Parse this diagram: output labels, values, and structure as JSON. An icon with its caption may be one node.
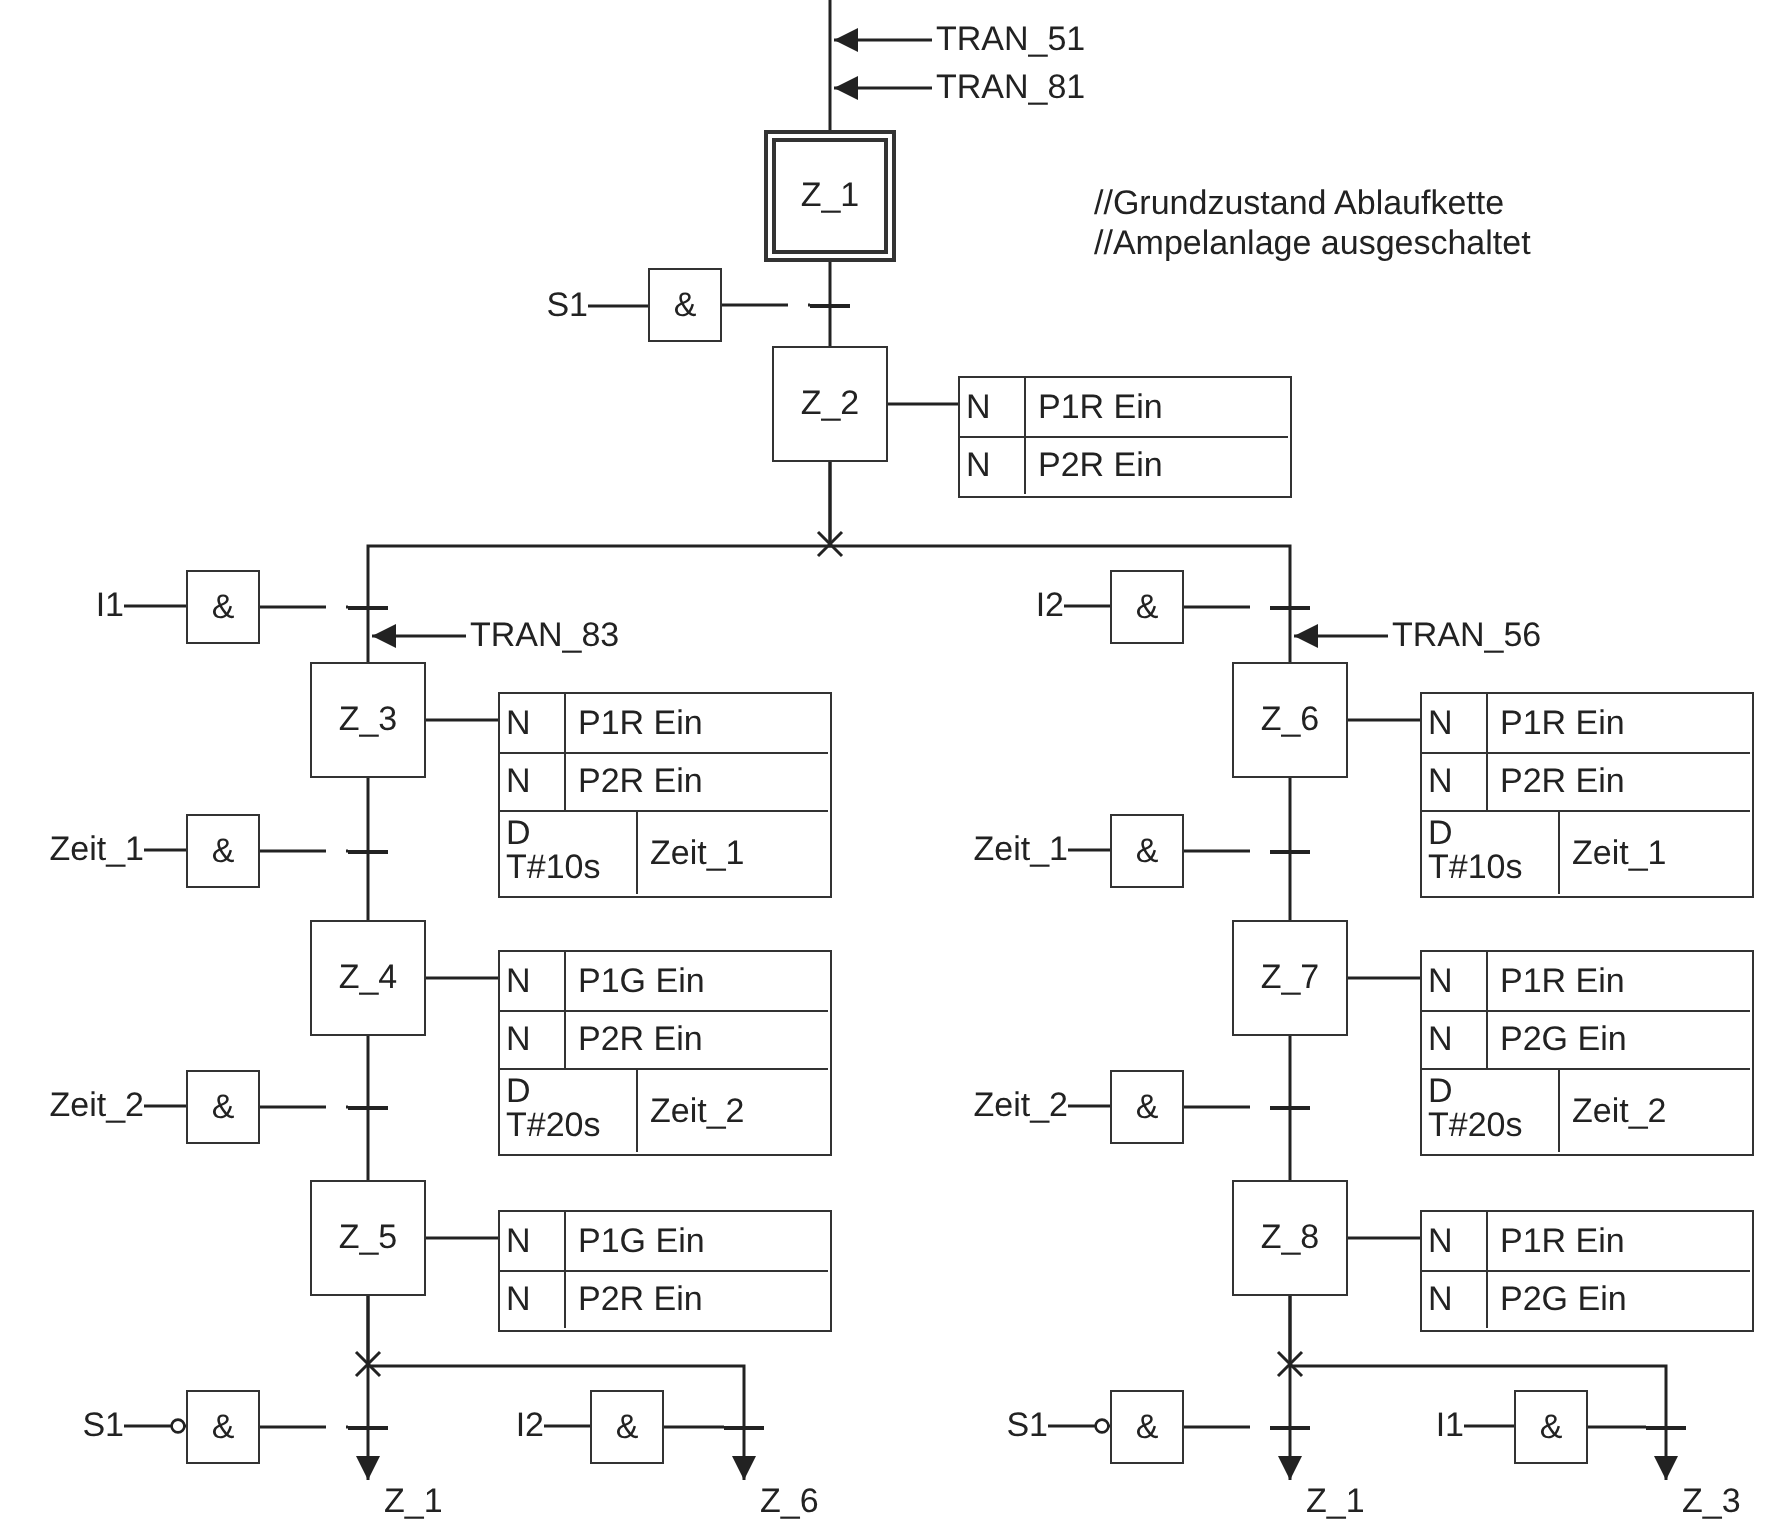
{
  "diagram": {
    "nodes": [
      {
        "text": [
          "TRAN_51"
        ]
      },
      {
        "text": [
          "TRAN_81"
        ]
      },
      {
        "text": [
          "Z_1"
        ]
      },
      {
        "text": [
          "S1"
        ]
      },
      {
        "text": [
          "&"
        ]
      },
      {
        "text": [],
        "shape": "bar"
      },
      {
        "text": [
          "Z_2"
        ]
      },
      {
        "text": [
          "N",
          "P1R Ein",
          "N",
          "P2R Ein"
        ]
      },
      {
        "text": [
          "I1"
        ]
      },
      {
        "text": [
          "&"
        ]
      },
      {
        "text": [],
        "shape": "bar"
      },
      {
        "text": [
          "I2"
        ]
      },
      {
        "text": [
          "&"
        ]
      },
      {
        "text": [],
        "shape": "bar"
      },
      {
        "text": [
          "TRAN_83"
        ]
      },
      {
        "text": [
          "TRAN_56"
        ]
      },
      {
        "text": [
          "Z_3"
        ]
      },
      {
        "text": [
          "N",
          "P1R Ein",
          "N",
          "P2R Ein",
          "D T#10s",
          "Zeit_1"
        ]
      },
      {
        "text": [
          "Z_6"
        ]
      },
      {
        "text": [
          "N",
          "P1R Ein",
          "N",
          "P2R Ein",
          "D T#10s",
          "Zeit_1"
        ]
      },
      {
        "text": [
          "Zeit_1"
        ]
      },
      {
        "text": [
          "&"
        ]
      },
      {
        "text": [],
        "shape": "bar"
      },
      {
        "text": [
          "Zeit_1"
        ]
      },
      {
        "text": [
          "&"
        ]
      },
      {
        "text": [],
        "shape": "bar"
      },
      {
        "text": [
          "Z_4"
        ]
      },
      {
        "text": [
          "N",
          "P1G Ein",
          "N",
          "P2R Ein",
          "D T#20s",
          "Zeit_2"
        ]
      },
      {
        "text": [
          "Z_7"
        ]
      },
      {
        "text": [
          "N",
          "P1R Ein",
          "N",
          "P2G Ein",
          "D T#20s",
          "Zeit_2"
        ]
      },
      {
        "text": [
          "Zeit_2"
        ]
      },
      {
        "text": [
          "&"
        ]
      },
      {
        "text": [],
        "shape": "bar"
      },
      {
        "text": [
          "Zeit_2"
        ]
      },
      {
        "text": [
          "&"
        ]
      },
      {
        "text": [],
        "shape": "bar"
      },
      {
        "text": [
          "Z_5"
        ]
      },
      {
        "text": [
          "N",
          "P1G Ein",
          "N",
          "P2R Ein"
        ]
      },
      {
        "text": [
          "Z_8"
        ]
      },
      {
        "text": [
          "N",
          "P1R Ein",
          "N",
          "P2G Ein"
        ]
      },
      {
        "text": [
          "S1"
        ]
      },
      {
        "text": [
          "&"
        ]
      },
      {
        "text": [],
        "shape": "bar"
      },
      {
        "text": [
          "I2"
        ]
      },
      {
        "text": [
          "&"
        ]
      },
      {
        "text": [],
        "shape": "bar"
      },
      {
        "text": [
          "S1"
        ]
      },
      {
        "text": [
          "&"
        ]
      },
      {
        "text": [],
        "shape": "bar"
      },
      {
        "text": [
          "I1"
        ]
      },
      {
        "text": [
          "&"
        ]
      },
      {
        "text": [],
        "shape": "bar"
      },
      {
        "text": [
          "Z_1"
        ]
      },
      {
        "text": [
          "Z_6"
        ]
      },
      {
        "text": [
          "Z_1"
        ]
      },
      {
        "text": [
          "Z_3"
        ]
      }
    ],
    "edges": [
      {
        "from": 0,
        "to": null,
        "arrow": "to"
      },
      {
        "from": 1,
        "to": 2,
        "arrow": "to"
      },
      {
        "from": null,
        "to": 2,
        "arrow": "none"
      },
      {
        "from": 3,
        "to": 4,
        "arrow": "none"
      },
      {
        "from": 4,
        "to": 5,
        "arrow": "none",
        "style": "dashed"
      },
      {
        "from": 2,
        "to": 5,
        "arrow": "none"
      },
      {
        "from": 5,
        "to": 6,
        "arrow": "none"
      },
      {
        "from": 6,
        "to": 7,
        "arrow": "none"
      },
      {
        "from": 6,
        "to": 10,
        "arrow": "none"
      },
      {
        "from": 6,
        "to": 13,
        "arrow": "none"
      },
      {
        "from": 8,
        "to": 9,
        "arrow": "none"
      },
      {
        "from": 9,
        "to": 10,
        "arrow": "none",
        "style": "dashed"
      },
      {
        "from": 11,
        "to": 12,
        "arrow": "none"
      },
      {
        "from": 12,
        "to": 13,
        "arrow": "none",
        "style": "dashed"
      },
      {
        "from": 14,
        "to": 16,
        "arrow": "to"
      },
      {
        "from": 15,
        "to": 18,
        "arrow": "to"
      },
      {
        "from": 10,
        "to": 16,
        "arrow": "none"
      },
      {
        "from": 13,
        "to": 18,
        "arrow": "none"
      },
      {
        "from": 16,
        "to": 17,
        "arrow": "none"
      },
      {
        "from": 18,
        "to": 19,
        "arrow": "none"
      },
      {
        "from": 16,
        "to": 22,
        "arrow": "none"
      },
      {
        "from": 20,
        "to": 21,
        "arrow": "none"
      },
      {
        "from": 21,
        "to": 22,
        "arrow": "none",
        "style": "dashed"
      },
      {
        "from": 22,
        "to": 26,
        "arrow": "none"
      },
      {
        "from": 18,
        "to": 25,
        "arrow": "none"
      },
      {
        "from": 23,
        "to": 24,
        "arrow": "none"
      },
      {
        "from": 24,
        "to": 25,
        "arrow": "none",
        "style": "dashed"
      },
      {
        "from": 25,
        "to": 28,
        "arrow": "none"
      },
      {
        "from": 26,
        "to": 27,
        "arrow": "none"
      },
      {
        "from": 28,
        "to": 29,
        "arrow": "none"
      },
      {
        "from": 26,
        "to": 32,
        "arrow": "none"
      },
      {
        "from": 30,
        "to": 31,
        "arrow": "none"
      },
      {
        "from": 31,
        "to": 32,
        "arrow": "none",
        "style": "dashed"
      },
      {
        "from": 32,
        "to": 36,
        "arrow": "none"
      },
      {
        "from": 28,
        "to": 35,
        "arrow": "none"
      },
      {
        "from": 33,
        "to": 34,
        "arrow": "none"
      },
      {
        "from": 34,
        "to": 35,
        "arrow": "none",
        "style": "dashed"
      },
      {
        "from": 35,
        "to": 38,
        "arrow": "none"
      },
      {
        "from": 36,
        "to": 37,
        "arrow": "none"
      },
      {
        "from": 38,
        "to": 39,
        "arrow": "none"
      },
      {
        "from": 36,
        "to": 42,
        "arrow": "none"
      },
      {
        "from": 36,
        "to": 45,
        "arrow": "none"
      },
      {
        "from": 40,
        "to": 41,
        "arrow": "other"
      },
      {
        "from": 41,
        "to": 42,
        "arrow": "none",
        "style": "dashed"
      },
      {
        "from": 43,
        "to": 44,
        "arrow": "none"
      },
      {
        "from": 44,
        "to": 45,
        "arrow": "none",
        "style": "dashed"
      },
      {
        "from": 42,
        "to": 52,
        "arrow": "to"
      },
      {
        "from": 45,
        "to": 53,
        "arrow": "to"
      },
      {
        "from": 38,
        "to": 48,
        "arrow": "none"
      },
      {
        "from": 38,
        "to": 51,
        "arrow": "none"
      },
      {
        "from": 46,
        "to": 47,
        "arrow": "other"
      },
      {
        "from": 47,
        "to": 48,
        "arrow": "none",
        "style": "dashed"
      },
      {
        "from": 49,
        "to": 50,
        "arrow": "none"
      },
      {
        "from": 50,
        "to": 51,
        "arrow": "none",
        "style": "dashed"
      },
      {
        "from": 48,
        "to": 54,
        "arrow": "to"
      },
      {
        "from": 51,
        "to": 55,
        "arrow": "to"
      }
    ],
    "labels": [
      "//Grundzustand Ablaufkette",
      "//Ampelanlage ausgeschaltet"
    ]
  }
}
